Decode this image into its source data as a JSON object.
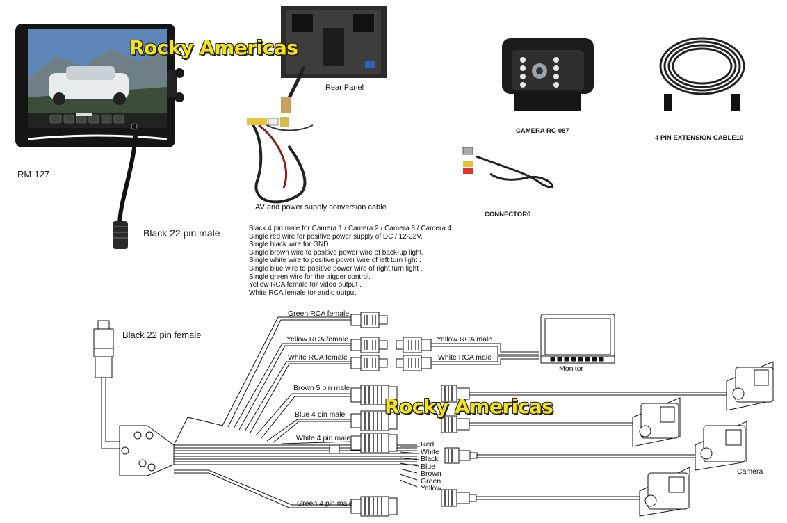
{
  "watermark": "Rocky Americas",
  "top": {
    "monitor_model": "RM-127",
    "monitor_connector": "Black 22 pin male",
    "rear_panel": "Rear Panel",
    "av_cable": "AV and power supply conversion cable",
    "camera": "CAMERA RC-087",
    "extension_cable": "4 PIN EXTENSION CABLE10",
    "connector": "CONNECTOR6"
  },
  "notes": [
    "Black 4 pin male for Camera 1 / Camera 2 / Camera 3 / Camera 4.",
    "Single red wire for positive power supply of DC  / 12-32V.",
    "Single black wire for GND.",
    "Single brown wire to positive power wire  of back-up light.",
    "Single white wire to positive power wire of  left turn light .",
    "Single blue  wire to positive power wire of  right turn light .",
    "Single green wire for the trigger control.",
    "Yellow RCA female for video output .",
    "White  RCA female for audio output."
  ],
  "diagram": {
    "female_connector": "Black 22 pin female",
    "green_rca_female": "Green RCA female",
    "yellow_rca_female": "Yellow RCA female",
    "white_rca_female": "White RCA female",
    "yellow_rca_male": "Yellow RCA male",
    "white_rca_male": "White RCA male",
    "monitor": "Monitor",
    "brown_5pin": "Brown 5 pin male",
    "blue_4pin": "Blue 4 pin male",
    "white_4pin": "White 4 pin male",
    "green_4pin": "Green 4 pin male",
    "camera": "Camera",
    "wire_colors": [
      "Red",
      "White",
      "Black",
      "Blue",
      "Brown",
      "Green",
      "Yellow"
    ]
  }
}
